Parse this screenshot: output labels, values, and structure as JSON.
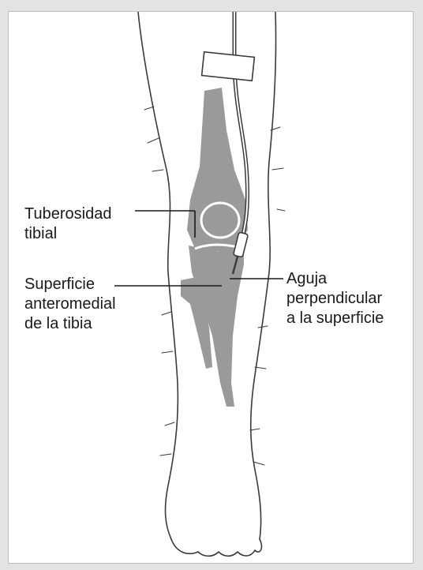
{
  "labels": {
    "tuberosidad": [
      "Tuberosidad",
      "tibial"
    ],
    "superficie": [
      "Superficie",
      "anteromedial",
      "de la tibia"
    ],
    "aguja": [
      "Aguja",
      "perpendicular",
      "a la superficie"
    ]
  },
  "colors": {
    "background": "#e3e3e3",
    "panel": "#ffffff",
    "bone": "#9a9a9a",
    "outline": "#3a3a3a",
    "text": "#1a1a1a"
  },
  "icons": {
    "leg": "leg-outline-illustration",
    "bone": "tibia-femur-bone-silhouette",
    "needle": "intraosseous-needle",
    "tape": "adhesive-tape"
  }
}
